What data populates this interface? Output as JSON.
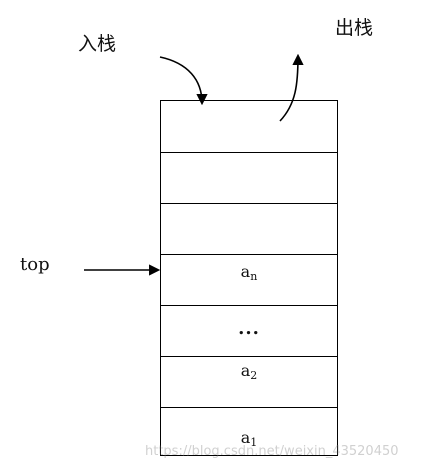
{
  "labels": {
    "push": "入栈",
    "pop": "出栈",
    "top": "top"
  },
  "stack": {
    "cells": [
      {
        "base": "",
        "sub": ""
      },
      {
        "base": "",
        "sub": ""
      },
      {
        "base": "",
        "sub": ""
      },
      {
        "base": "a",
        "sub": "n"
      },
      {
        "base": "...",
        "sub": ""
      },
      {
        "base": "a",
        "sub": "2"
      },
      {
        "base": "a",
        "sub": "1"
      }
    ]
  },
  "watermark": "https://blog.csdn.net/weixin_43520450"
}
